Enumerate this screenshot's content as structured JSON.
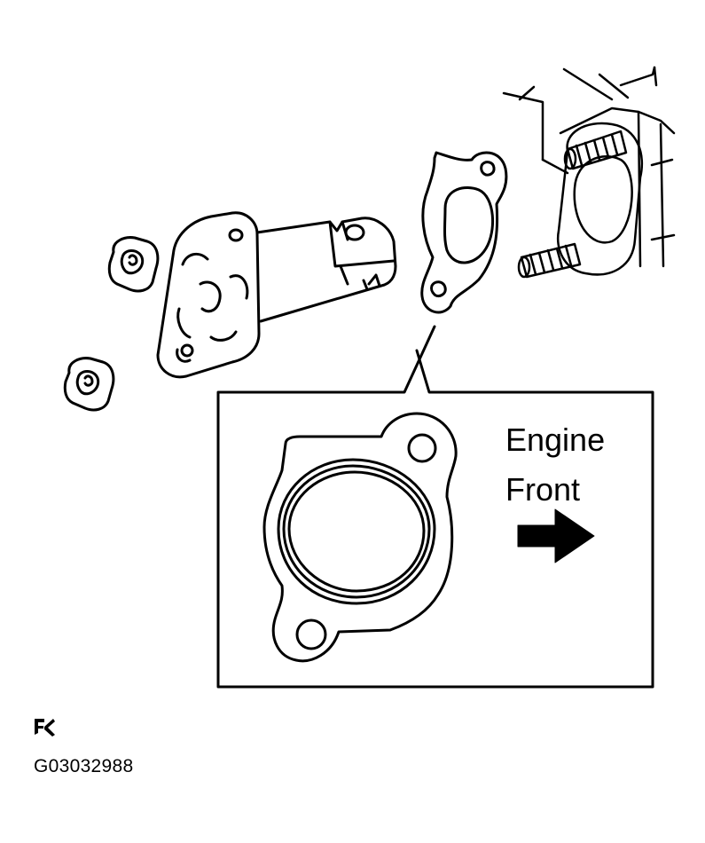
{
  "labels": {
    "engine": "Engine",
    "front": "Front",
    "figure_code": "G03032988"
  },
  "icons": {
    "direction_arrow": "right-arrow-icon",
    "publisher_mark": "publisher-logo-icon"
  },
  "colors": {
    "ink": "#000000",
    "paper": "#ffffff"
  }
}
